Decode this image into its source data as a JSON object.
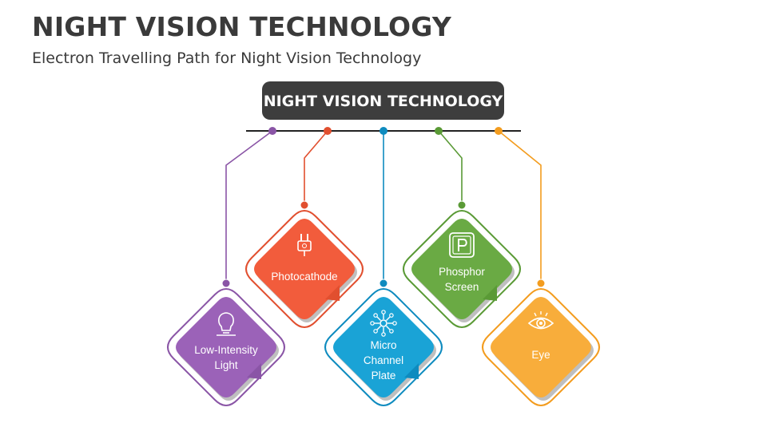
{
  "page": {
    "title": "NIGHT VISION TECHNOLOGY",
    "subtitle": "Electron Travelling Path for Night Vision Technology"
  },
  "header_box": {
    "label": "NIGHT VISION TECHNOLOGY",
    "color": "#3d3d3d"
  },
  "items": [
    {
      "lines": [
        "Low-Intensity",
        "Light"
      ],
      "icon": "lightbulb-icon",
      "color": "#8a55a6",
      "light": "#9b62b8"
    },
    {
      "lines": [
        "Photocathode"
      ],
      "icon": "plug-icon",
      "color": "#e14f2f",
      "light": "#f25c3c"
    },
    {
      "lines": [
        "Micro",
        "Channel",
        "Plate"
      ],
      "icon": "network-icon",
      "color": "#0e8bbf",
      "light": "#1aa3d6"
    },
    {
      "lines": [
        "Phosphor",
        "Screen"
      ],
      "icon": "parking-sign-icon",
      "color": "#5a9a36",
      "light": "#6aaa44"
    },
    {
      "lines": [
        "Eye"
      ],
      "icon": "eye-icon",
      "color": "#f39c1e",
      "light": "#f8ad3b"
    }
  ]
}
